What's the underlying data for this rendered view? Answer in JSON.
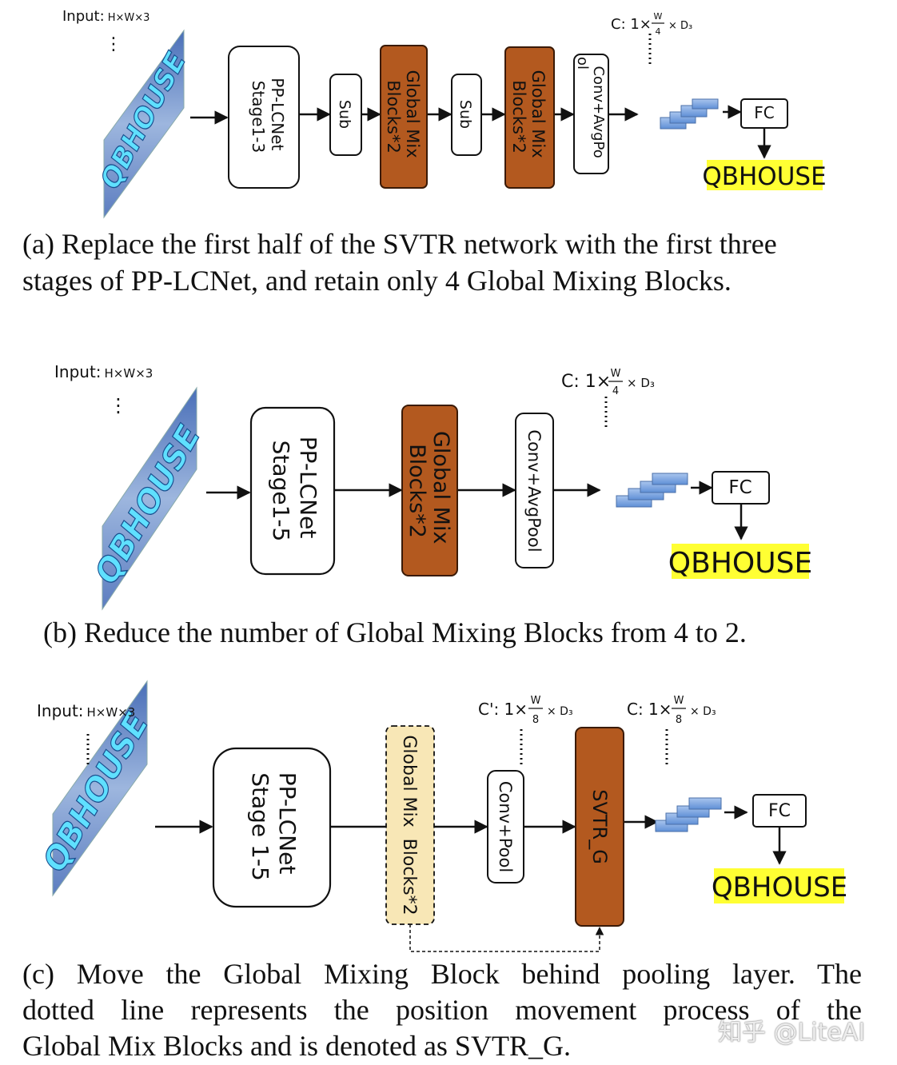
{
  "colors": {
    "brown": "#b3591f",
    "brown_dark": "#7a3a12",
    "highlight": "#ffff33",
    "dashed_fill": "#f8e7b6",
    "blue_block": "#7fa7de"
  },
  "panel_a": {
    "input_label": "Input:",
    "input_dims": "H×W×3",
    "stage_line1": "PP-LCNet",
    "stage_line2": "Stage1-3",
    "sub1": "Sub",
    "gm1_line1": "Global Mix",
    "gm1_line2": "Blocks*2",
    "sub2": "Sub",
    "gm2_line1": "Global Mix",
    "gm2_line2": "Blocks*2",
    "conv_line1": "Conv+AvgPo",
    "conv_line2": "ol",
    "c_prefix": "C: 1×",
    "c_num": "W",
    "c_den": "4",
    "c_suffix": "× D₃",
    "fc": "FC",
    "output": "QBHOUSE",
    "image_text": "QBHOUSE",
    "caption_tag": "(a)",
    "caption_line1": "Replace the first half of the SVTR network with the first three",
    "caption_line2": "stages of PP-LCNet, and retain only 4 Global Mixing Blocks."
  },
  "panel_b": {
    "input_label": "Input:",
    "input_dims": "H×W×3",
    "stage_line1": "PP-LCNet",
    "stage_line2": "Stage1-5",
    "gm_line1": "Global Mix",
    "gm_line2": "Blocks*2",
    "conv": "Conv+AvgPool",
    "c_prefix": "C: 1×",
    "c_num": "W",
    "c_den": "4",
    "c_suffix": "× D₃",
    "fc": "FC",
    "output": "QBHOUSE",
    "image_text": "QBHOUSE",
    "caption_tag": "(b)",
    "caption_line1": "Reduce the number of Global Mixing Blocks from 4 to 2."
  },
  "panel_c": {
    "input_label": "Input:",
    "input_dims": "H×W×3",
    "stage_line1": "PP-LCNet",
    "stage_line2": "Stage 1-5",
    "gm_line1": "Global Mix",
    "gm_line2": "Blocks*2",
    "conv": "Conv+Pool",
    "svtr": "SVTR_G",
    "c1_prefix": "C': 1×",
    "c1_num": "W",
    "c1_den": "8",
    "c1_suffix": "× D₃",
    "c2_prefix": "C: 1×",
    "c2_num": "W",
    "c2_den": "8",
    "c2_suffix": "× D₃",
    "fc": "FC",
    "output": "QBHOUSE",
    "image_text": "QBHOUSE",
    "caption_tag": "(c)",
    "caption_line1": "Move the Global Mixing Block behind pooling layer. The",
    "caption_line2": "dotted line represents the position movement process of the",
    "caption_line3": "Global Mix Blocks and is denoted as SVTR_G."
  },
  "watermark": "知乎 @LiteAI"
}
